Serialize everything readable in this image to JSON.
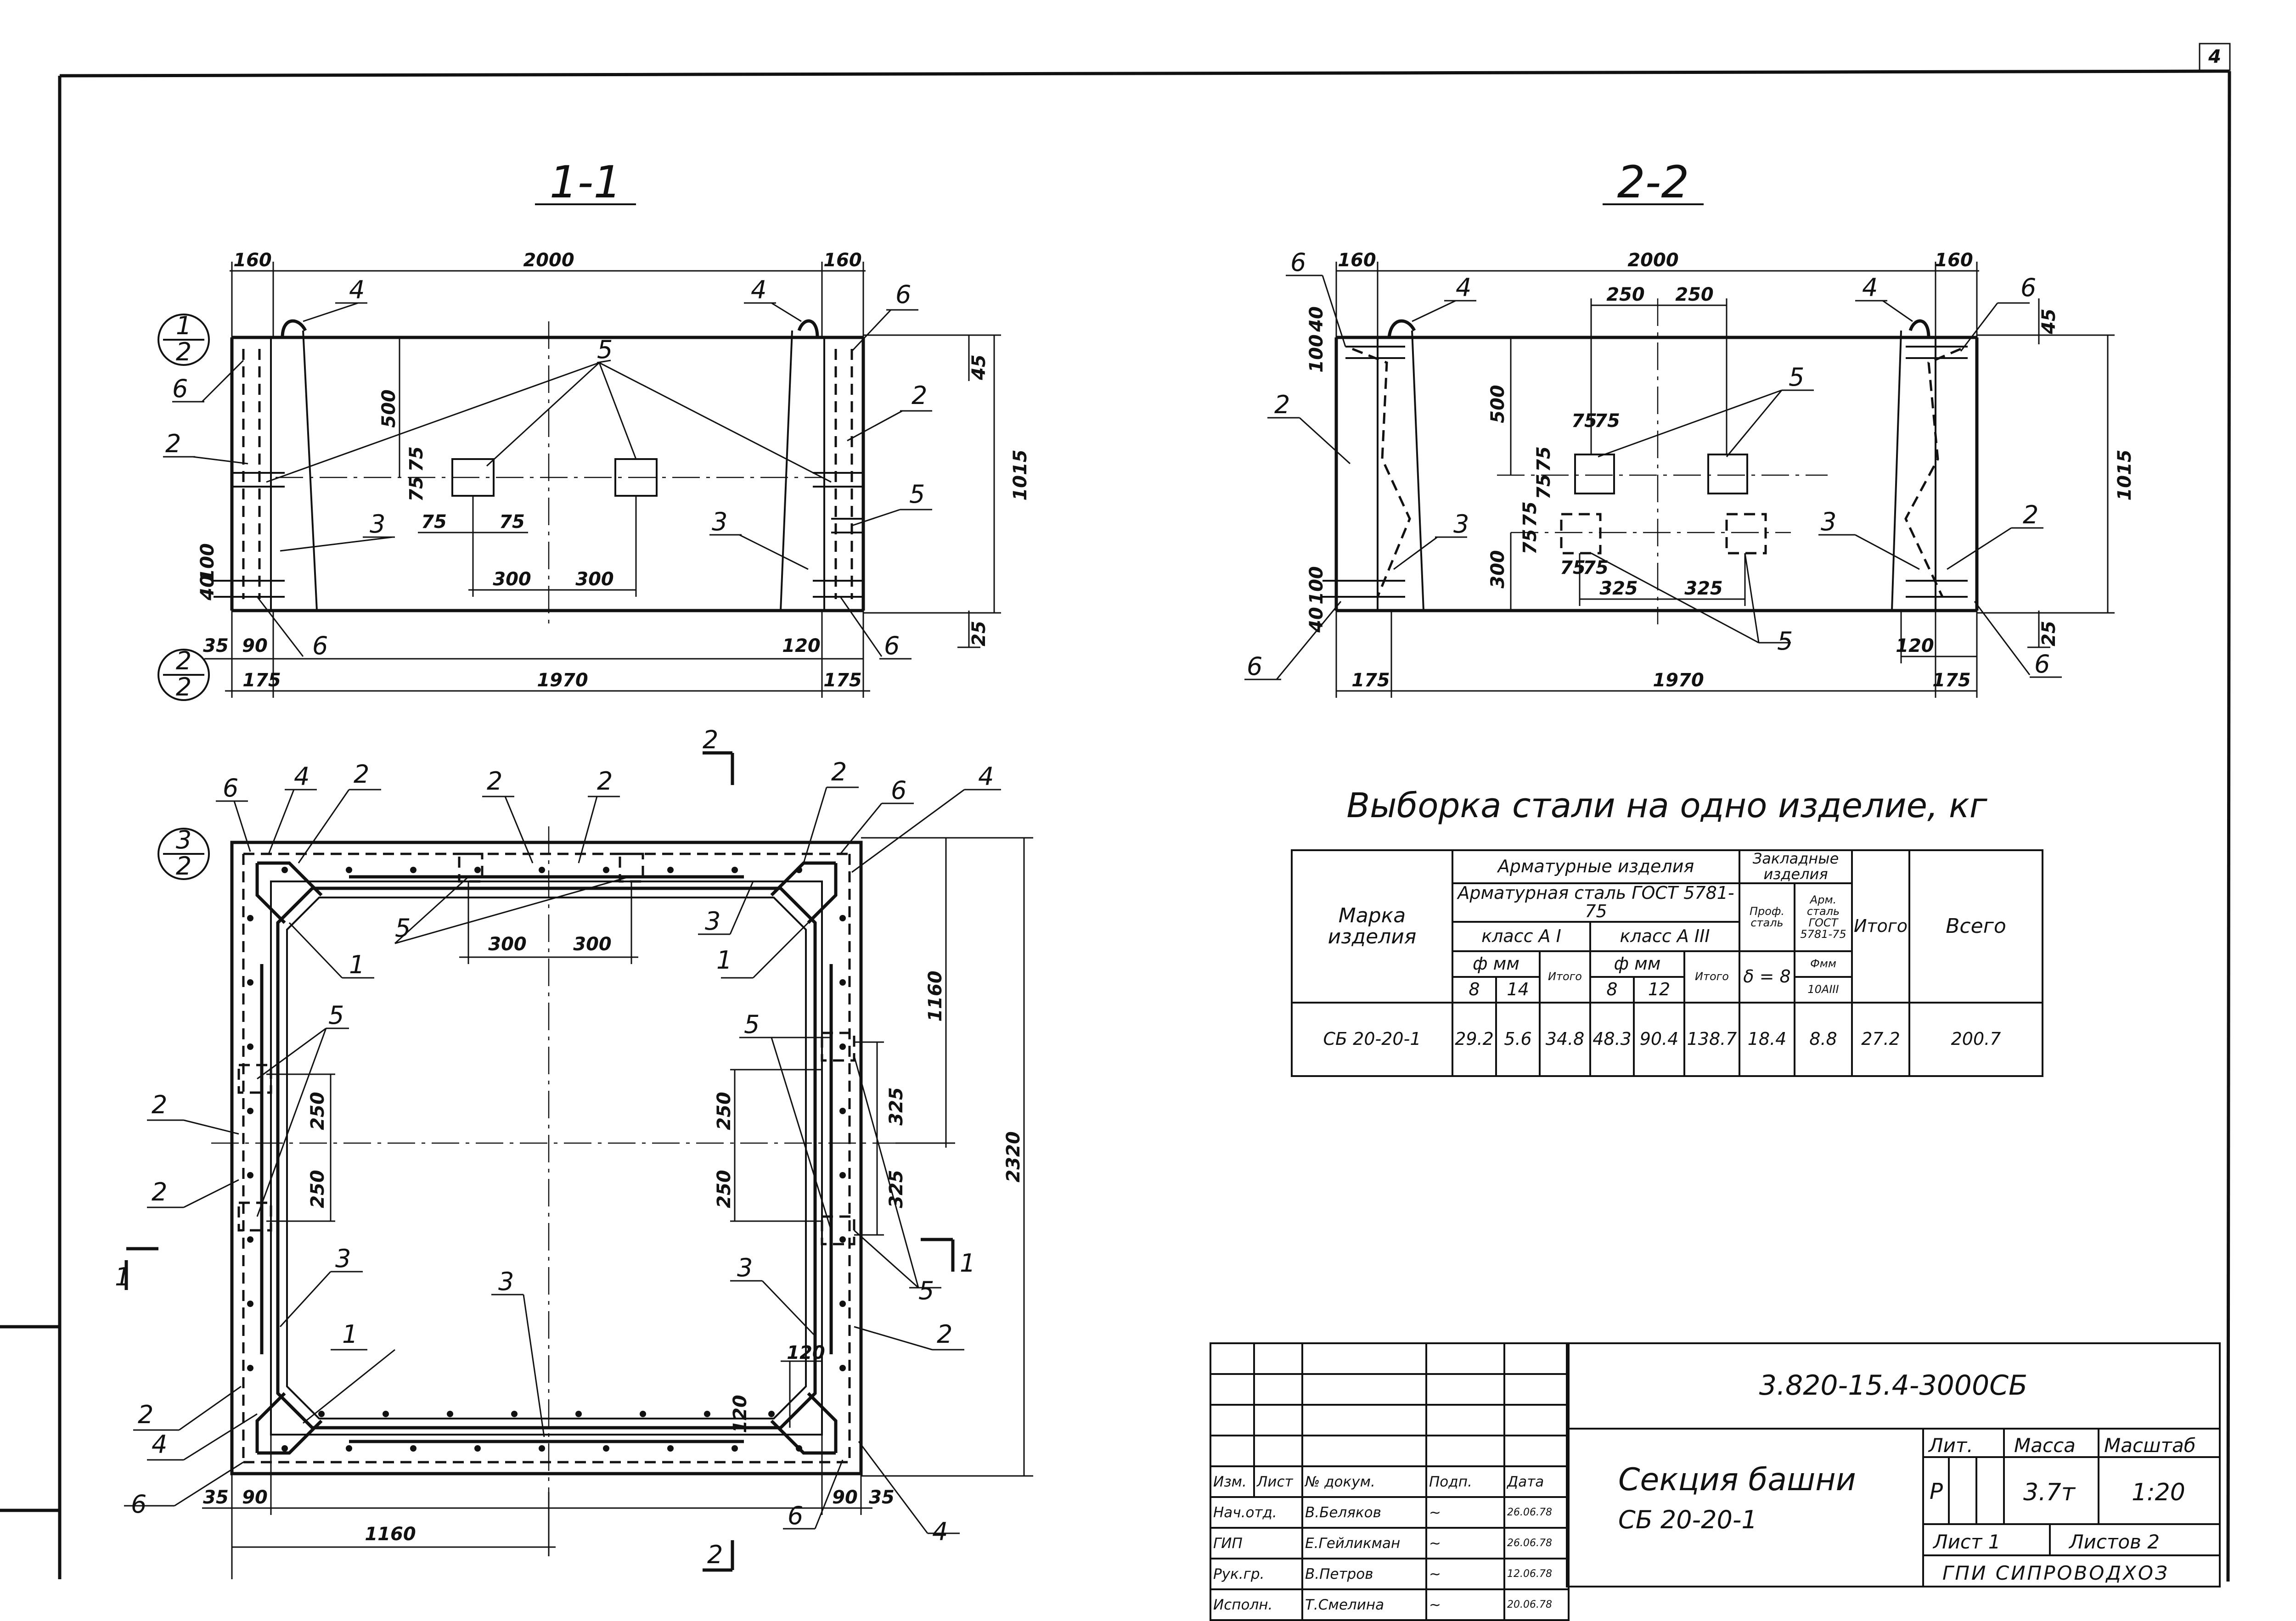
{
  "sheet_corner": "4",
  "section_1_1": {
    "title": "1-1",
    "dims": {
      "d160l": "160",
      "d2000": "2000",
      "d160r": "160",
      "d45": "45",
      "d1015": "1015",
      "d500": "500",
      "d75a": "75",
      "d75b": "75",
      "d75c": "75",
      "d75d": "75",
      "d300a": "300",
      "d300b": "300",
      "d40": "40",
      "d100": "100",
      "d35": "35",
      "d90": "90",
      "d120": "120",
      "d25": "25",
      "d175l": "175",
      "d1970": "1970",
      "d175r": "175"
    },
    "callouts": [
      "4",
      "4",
      "6",
      "6",
      "5",
      "2",
      "2",
      "5",
      "3",
      "3",
      "6",
      "6"
    ],
    "section_mark_top": {
      "num": "1",
      "den": "2"
    },
    "section_mark_bottom": {
      "num": "2",
      "den": "2"
    }
  },
  "section_2_2": {
    "title": "2-2",
    "dims": {
      "d160l": "160",
      "d2000": "2000",
      "d160r": "160",
      "d250a": "250",
      "d250b": "250",
      "d40": "40",
      "d100": "100",
      "d45": "45",
      "d1015": "1015",
      "d500": "500",
      "d75a": "75",
      "d75b": "75",
      "d75c": "75",
      "d75d": "75",
      "d75e": "75",
      "d75f": "75",
      "d75g": "75",
      "d75h": "75",
      "d300": "300",
      "d325a": "325",
      "d325b": "325",
      "d40b": "40",
      "d100b": "100",
      "d120": "120",
      "d25": "25",
      "d175l": "175",
      "d1970": "1970",
      "d175r": "175"
    },
    "callouts": [
      "6",
      "4",
      "4",
      "6",
      "5",
      "2",
      "3",
      "3",
      "2",
      "5",
      "6",
      "6"
    ]
  },
  "plan": {
    "section_mark": {
      "num": "3",
      "den": "2"
    },
    "dims": {
      "d300a": "300",
      "d300b": "300",
      "d1160v": "1160",
      "d2320": "2320",
      "d250a": "250",
      "d250b": "250",
      "d250c": "250",
      "d250d": "250",
      "d325a": "325",
      "d325b": "325",
      "d120a": "120",
      "d120b": "120",
      "d35l": "35",
      "d90l": "90",
      "d90r": "90",
      "d35r": "35",
      "d1160h": "1160"
    },
    "callouts": [
      "6",
      "4",
      "2",
      "2",
      "2",
      "2",
      "6",
      "4",
      "3",
      "1",
      "1",
      "5",
      "5",
      "5",
      "2",
      "2",
      "3",
      "3",
      "3",
      "2",
      "1",
      "2",
      "4",
      "6",
      "6",
      "4",
      "5"
    ],
    "cut_marks": {
      "left": "1",
      "right": "1",
      "top": "2",
      "bottom": "2"
    }
  },
  "steel_table": {
    "title": "Выборка стали на одно изделие, кг",
    "h_mark": "Марка изделия",
    "h_reinf_products": "Арматурные изделия",
    "h_reinf_steel": "Арматурная сталь ГОСТ 5781-75",
    "h_class_a1": "класс А I",
    "h_class_a3": "класс А III",
    "h_phi_mm_1": "ф мм",
    "h_phi_mm_2": "ф мм",
    "h_itogo_1": "Итого",
    "h_itogo_2": "Итого",
    "h_embedded": "Закладные изделия",
    "h_prof_steel": "Проф. сталь",
    "h_arm_steel": "Арм. сталь ГОСТ 5781-75",
    "h_itogo_3": "Итого",
    "h_total": "Всего",
    "h_d8a": "8",
    "h_d14": "14",
    "h_d8b": "8",
    "h_d12": "12",
    "h_delta": "δ = 8",
    "h_phimm": "Фмм",
    "h_10a3": "10АIII",
    "row": {
      "mark": "СБ 20-20-1",
      "a1_8": "29.2",
      "a1_14": "5.6",
      "a1_itogo": "34.8",
      "a3_8": "48.3",
      "a3_12": "90.4",
      "a3_itogo": "138.7",
      "prof": "18.4",
      "arm": "8.8",
      "emb_itogo": "27.2",
      "total": "200.7"
    }
  },
  "title_block": {
    "doc_code": "3.820-15.4-3000СБ",
    "name_line1": "Секция башни",
    "name_line2": "СБ 20-20-1",
    "h_lit": "Лит.",
    "h_mass": "Масса",
    "h_scale": "Масштаб",
    "lit": "Р",
    "mass": "3.7т",
    "scale": "1:20",
    "sheet_label": "Лист 1",
    "sheets_label": "Листов 2",
    "org": "ГПИ СИПРОВОДХОЗ",
    "col_heads": [
      "Изм.",
      "Лист",
      "№ докум.",
      "Подп.",
      "Дата"
    ],
    "rows": [
      {
        "role": "Нач.отд.",
        "name": "В.Беляков",
        "sign": "~",
        "date": "26.06.78"
      },
      {
        "role": "ГИП",
        "name": "Е.Гейликман",
        "sign": "~",
        "date": "26.06.78"
      },
      {
        "role": "Рук.гр.",
        "name": "В.Петров",
        "sign": "~",
        "date": "12.06.78"
      },
      {
        "role": "Исполн.",
        "name": "Т.Смелина",
        "sign": "~",
        "date": "20.06.78"
      }
    ]
  }
}
